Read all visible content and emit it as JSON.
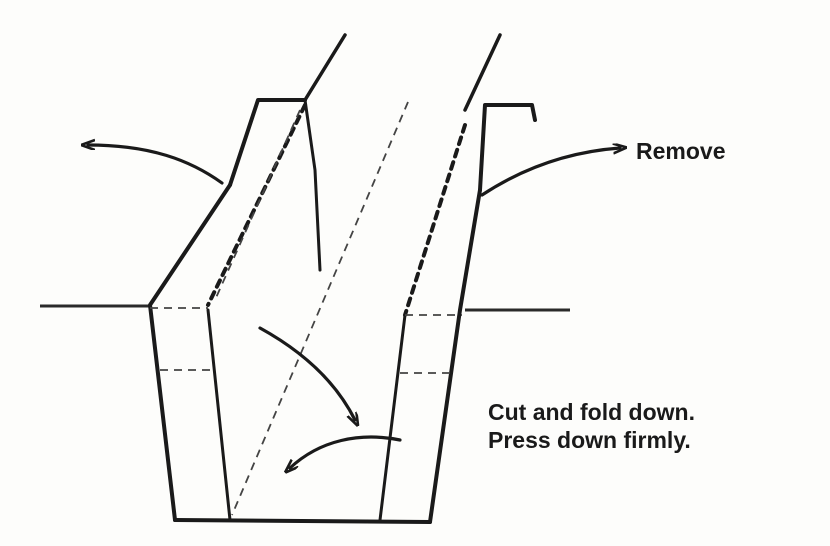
{
  "labels": {
    "remove": "Remove",
    "instruction_line_1": "Cut and fold down.",
    "instruction_line_2": "Press down firmly."
  },
  "colors": {
    "ink": "#1a1a1a",
    "background": "#fdfdfb"
  }
}
